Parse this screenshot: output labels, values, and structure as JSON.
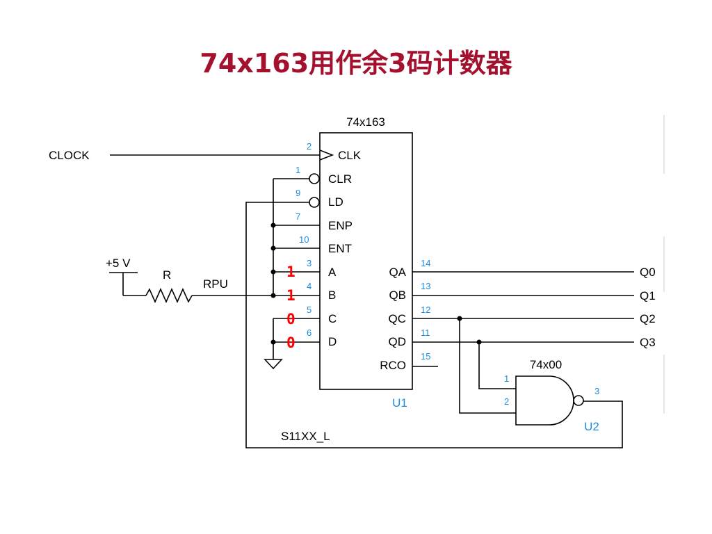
{
  "title": "74x163用作余3码计数器",
  "colors": {
    "title": "#a3112e",
    "pin_number": "#1a8ce0",
    "bits": "#ff0000",
    "wire": "#000000"
  },
  "counter_chip": {
    "part": "74x163",
    "ref": "U1",
    "inputs": [
      {
        "pin": "2",
        "name": "CLK"
      },
      {
        "pin": "1",
        "name": "CLR"
      },
      {
        "pin": "9",
        "name": "LD"
      },
      {
        "pin": "7",
        "name": "ENP"
      },
      {
        "pin": "10",
        "name": "ENT"
      },
      {
        "pin": "3",
        "name": "A"
      },
      {
        "pin": "4",
        "name": "B"
      },
      {
        "pin": "5",
        "name": "C"
      },
      {
        "pin": "6",
        "name": "D"
      }
    ],
    "outputs": [
      {
        "pin": "14",
        "name": "QA"
      },
      {
        "pin": "13",
        "name": "QB"
      },
      {
        "pin": "12",
        "name": "QC"
      },
      {
        "pin": "11",
        "name": "QD"
      },
      {
        "pin": "15",
        "name": "RCO"
      }
    ]
  },
  "nand_gate": {
    "part": "74x00",
    "ref": "U2",
    "in1_pin": "1",
    "in2_pin": "2",
    "out_pin": "3"
  },
  "signals": {
    "clock": "CLOCK",
    "supply": "+5 V",
    "resistor": "R",
    "pullup_net": "RPU",
    "feedback_net": "S11XX_L",
    "outputs": [
      "Q0",
      "Q1",
      "Q2",
      "Q3"
    ]
  },
  "preset_bits": [
    "1",
    "1",
    "0",
    "0"
  ]
}
